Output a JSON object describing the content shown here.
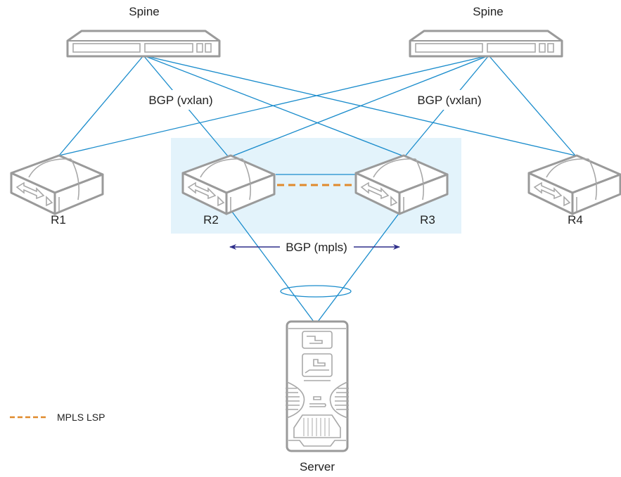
{
  "nodes": {
    "spine_left": {
      "label": "Spine"
    },
    "spine_right": {
      "label": "Spine"
    },
    "r1": {
      "label": "R1"
    },
    "r2": {
      "label": "R2"
    },
    "r3": {
      "label": "R3"
    },
    "r4": {
      "label": "R4"
    },
    "server": {
      "label": "Server"
    }
  },
  "labels": {
    "bgp_vxlan_left": "BGP (vxlan)",
    "bgp_vxlan_right": "BGP (vxlan)",
    "bgp_mpls": "BGP (mpls)"
  },
  "legend": {
    "mpls_lsp": "MPLS LSP"
  },
  "colors": {
    "link": "#1a8ccc",
    "mpls_lsp": "#e08a2c",
    "bgp_mpls_arrow": "#2e2e8a",
    "highlight_area": "#e3f3fb",
    "device": "#9a9a9a"
  }
}
